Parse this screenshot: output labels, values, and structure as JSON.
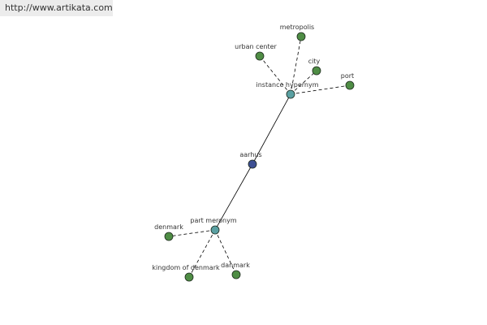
{
  "source_url": "http://www.artikata.com",
  "colors": {
    "center_node": "#3d4f93",
    "relation_node": "#5aa0a2",
    "leaf_node": "#4f8d45",
    "edge": "#000000"
  },
  "graph": {
    "center": {
      "id": "aarhus",
      "label": "aarhus"
    },
    "relations": [
      {
        "id": "hyp",
        "label": "instance hypernym",
        "targets": [
          {
            "id": "metropolis",
            "label": "metropolis"
          },
          {
            "id": "urban-center",
            "label": "urban center"
          },
          {
            "id": "city",
            "label": "city"
          },
          {
            "id": "port",
            "label": "port"
          }
        ]
      },
      {
        "id": "mer",
        "label": "part meronym",
        "targets": [
          {
            "id": "denmark",
            "label": "denmark"
          },
          {
            "id": "kingdom-of-denmark",
            "label": "kingdom of denmark"
          },
          {
            "id": "danmark",
            "label": "danmark"
          }
        ]
      }
    ]
  }
}
